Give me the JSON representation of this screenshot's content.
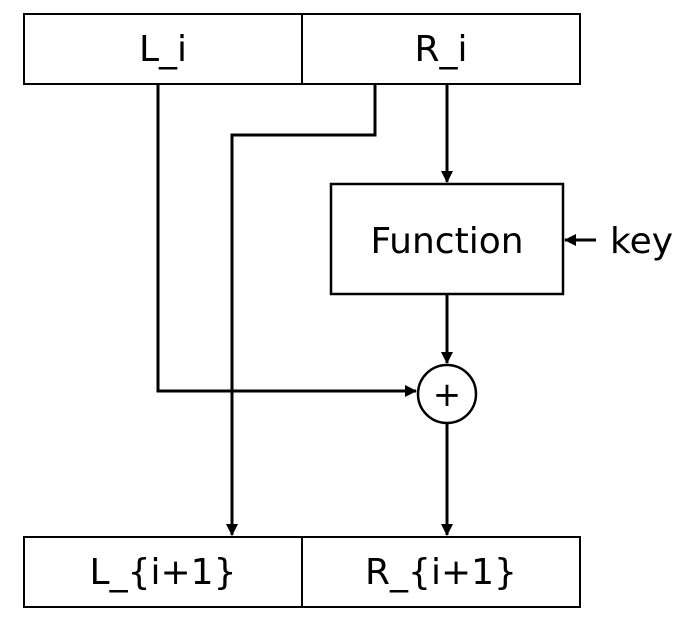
{
  "diagram": {
    "top_row": {
      "left_label": "L_i",
      "right_label": "R_i"
    },
    "function_block": {
      "label": "Function"
    },
    "key_input": {
      "label": "key"
    },
    "xor_node": {
      "symbol": "+"
    },
    "bottom_row": {
      "left_label": "L_{i+1}",
      "right_label": "R_{i+1}"
    }
  }
}
